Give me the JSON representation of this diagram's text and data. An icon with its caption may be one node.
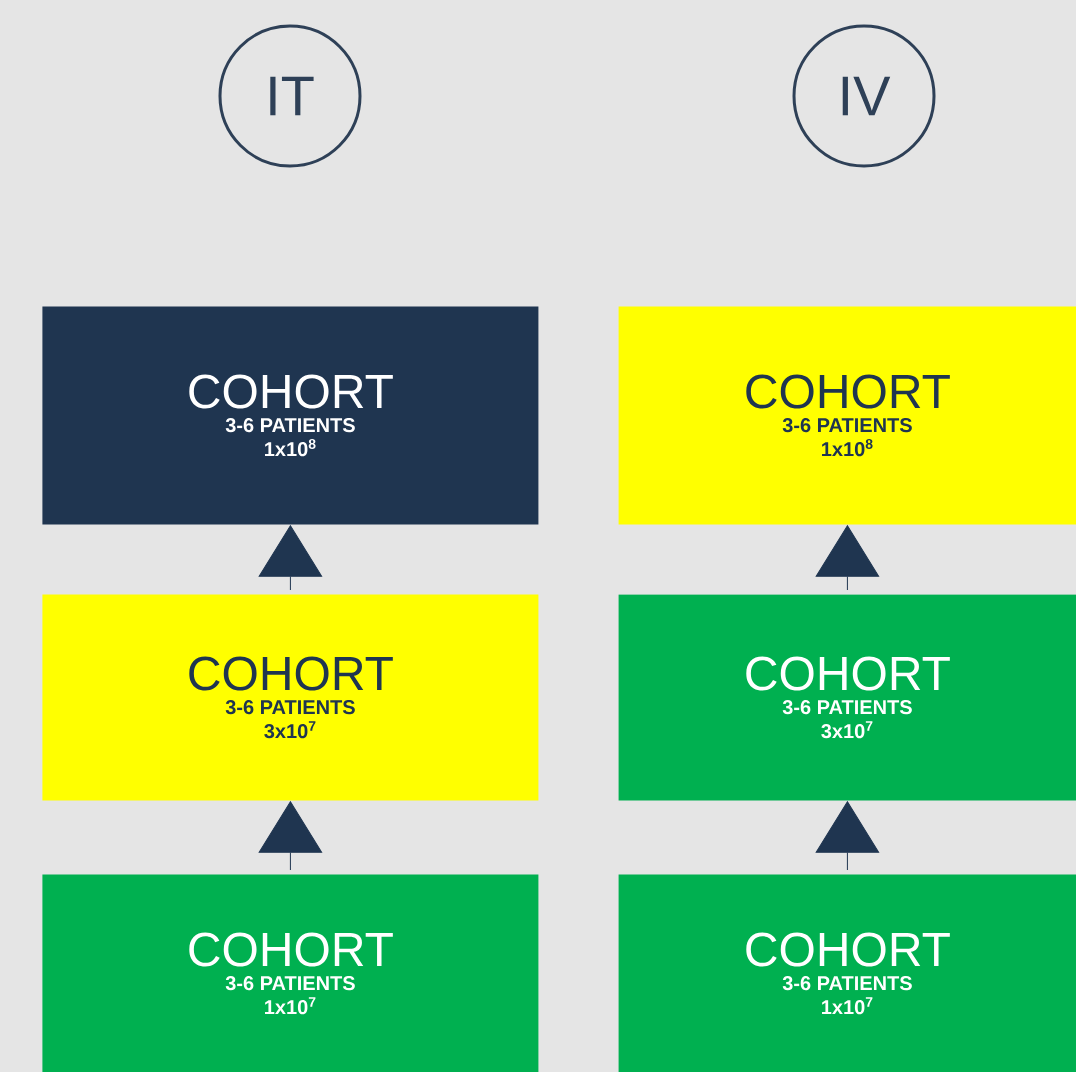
{
  "diagram": {
    "nodes": [
      {
        "text": [
          "IT"
        ]
      },
      {
        "text": [
          "IV"
        ]
      },
      {
        "text": [
          "COHORT",
          "3-6 PATIENTS",
          "1x10$^{8}$"
        ]
      },
      {
        "text": [
          "COHORT",
          "3-6 PATIENTS",
          "3x10$^{7}$"
        ]
      },
      {
        "text": [
          "COHORT",
          "3-6 PATIENTS",
          "1x10$^{7}$"
        ]
      },
      {
        "text": [
          "COHORT",
          "3-6 PATIENTS",
          "1x10$^{8}$"
        ]
      },
      {
        "text": [
          "COHORT",
          "3-6 PATIENTS",
          "3x10$^{7}$"
        ]
      },
      {
        "text": [
          "COHORT",
          "3-6 PATIENTS",
          "1x10$^{7}$"
        ]
      }
    ],
    "edges": [
      {
        "from": 4,
        "to": 3,
        "arrow": "to"
      },
      {
        "from": 3,
        "to": 2,
        "arrow": "to"
      },
      {
        "from": 7,
        "to": 6,
        "arrow": "to"
      },
      {
        "from": 6,
        "to": 5,
        "arrow": "to"
      }
    ]
  }
}
